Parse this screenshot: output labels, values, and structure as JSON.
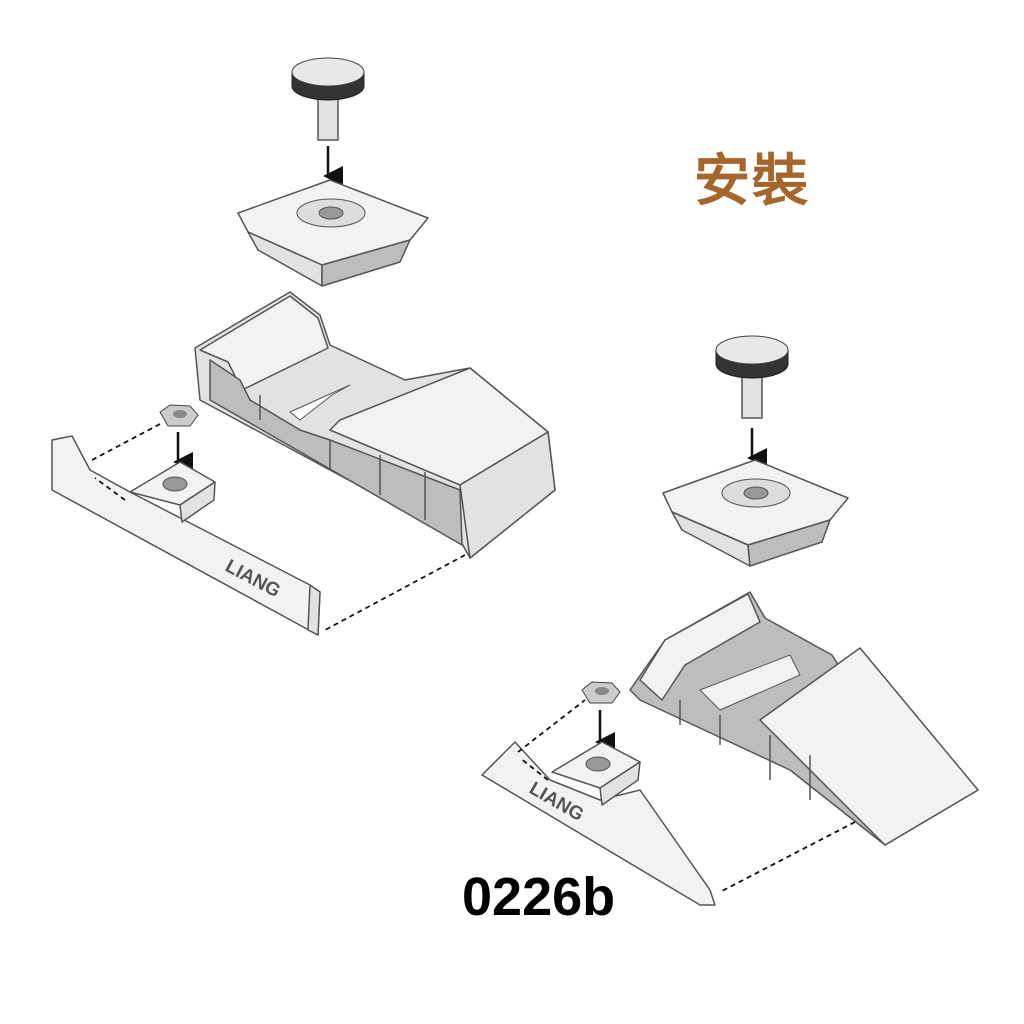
{
  "title": "安裝",
  "model_number": "0226b",
  "engraving_left": "LIANG",
  "engraving_right": "LIANG",
  "colors": {
    "title": "#a5652b",
    "part": "#f2f2f2",
    "outline": "#555555"
  }
}
